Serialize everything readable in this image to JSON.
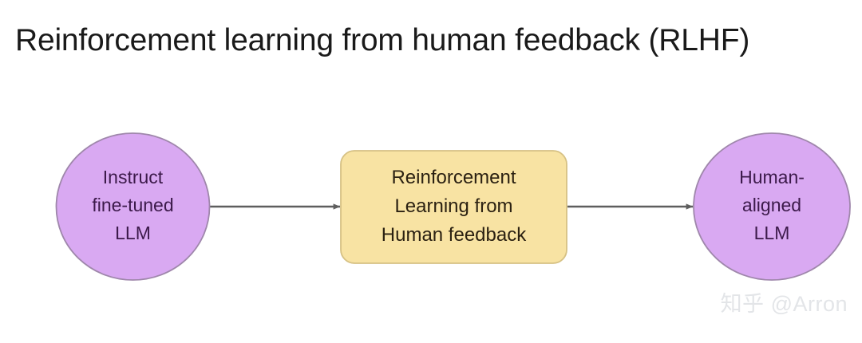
{
  "page": {
    "title": "Reinforcement learning from human feedback (RLHF)",
    "background_color": "#ffffff"
  },
  "diagram": {
    "type": "flowchart",
    "direction": "left-to-right",
    "nodes": [
      {
        "id": "instruct-llm",
        "shape": "ellipse",
        "label": "Instruct\nfine-tuned\nLLM",
        "fill_color": "#d9a9f2",
        "stroke_color": "#9f87ab",
        "text_color": "#3c1a4a"
      },
      {
        "id": "rlhf-process",
        "shape": "rounded-rectangle",
        "label": "Reinforcement\nLearning from\nHuman feedback",
        "fill_color": "#f8e3a3",
        "stroke_color": "#d6c184",
        "text_color": "#2b2112"
      },
      {
        "id": "aligned-llm",
        "shape": "ellipse",
        "label": "Human-\naligned\nLLM",
        "fill_color": "#d9a9f2",
        "stroke_color": "#9f87ab",
        "text_color": "#3c1a4a"
      }
    ],
    "edges": [
      {
        "id": "edge-instruct-to-rlhf",
        "from": "instruct-llm",
        "to": "rlhf-process",
        "label": "",
        "color": "#5e5e5e",
        "arrowhead": "solid-triangle"
      },
      {
        "id": "edge-rlhf-to-aligned",
        "from": "rlhf-process",
        "to": "aligned-llm",
        "label": "",
        "color": "#5e5e5e",
        "arrowhead": "solid-triangle"
      }
    ]
  },
  "watermark": {
    "text": "知乎 @Arron",
    "color": "#e3e5e8"
  }
}
